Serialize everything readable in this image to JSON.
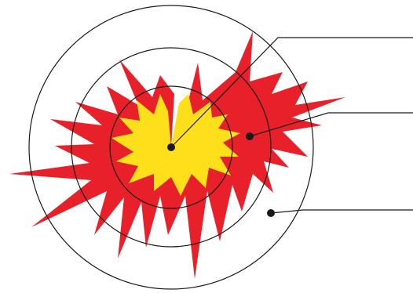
{
  "diagram": {
    "type": "concentric-zones-explosion",
    "colors": {
      "outer_burst": "#e8202a",
      "inner_burst": "#fde01a",
      "ring_stroke": "#1a1a1a",
      "background": "#ffffff"
    },
    "rings": [
      {
        "name": "inner-ring"
      },
      {
        "name": "middle-ring"
      },
      {
        "name": "outer-ring"
      }
    ],
    "callouts": [
      {
        "name": "callout-center",
        "label": ""
      },
      {
        "name": "callout-middle",
        "label": ""
      },
      {
        "name": "callout-outer",
        "label": ""
      }
    ]
  }
}
